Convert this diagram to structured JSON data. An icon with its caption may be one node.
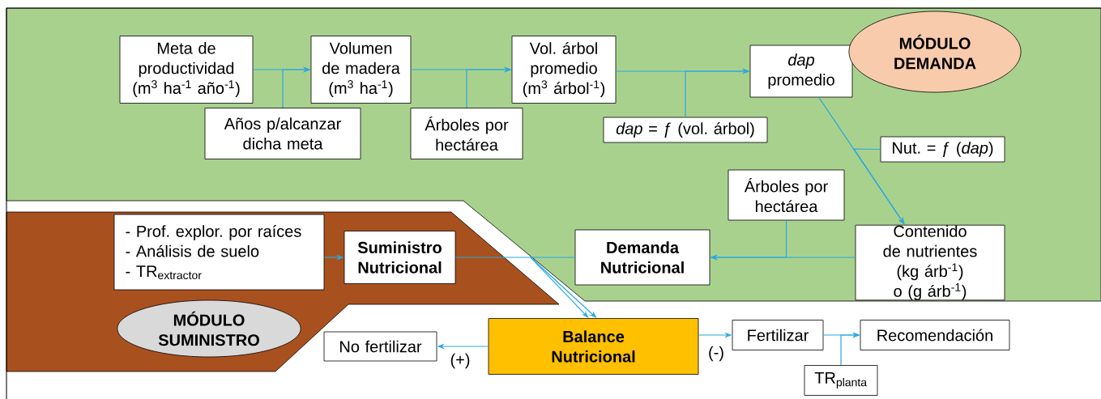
{
  "diagram": {
    "nodes": [
      {
        "text": [
          "Meta de productividad (m$^{3}$ ha$^{-1}$ año$^{-1}$)"
        ]
      },
      {
        "text": [
          "Volumen de madera (m$^{3}$ ha$^{-1}$)"
        ]
      },
      {
        "text": [
          "Vol. árbol promedio (m$^{3}$ árbol$^{-1}$)"
        ]
      },
      {
        "text": [
          "*dap* promedio"
        ]
      },
      {
        "text": [
          "MÓDULO DEMANDA"
        ]
      },
      {
        "text": [
          "Años p/alcanzar dicha meta"
        ]
      },
      {
        "text": [
          "Árboles por hectárea"
        ]
      },
      {
        "text": [
          "*dap* = ƒ (vol. árbol)"
        ]
      },
      {
        "text": [
          "Nut. = ƒ (*dap*)"
        ]
      },
      {
        "text": [
          "Árboles por hectárea"
        ]
      },
      {
        "text": [
          "Contenido de nutrientes (kg árb$^{-1}$) o (g árb$^{-1}$)"
        ]
      },
      {
        "text": [
          "Demanda Nutricional"
        ]
      },
      {
        "text": [
          "- Prof. explor. por raíces",
          "- Análisis de suelo",
          "\\text{- TR}_{\\text{extractor}}"
        ]
      },
      {
        "text": [
          "Suministro Nutricional"
        ]
      },
      {
        "text": [
          "MÓDULO SUMINISTRO"
        ]
      },
      {
        "text": [
          "No fertilizar"
        ]
      },
      {
        "text": [
          "Balance Nutricional"
        ]
      },
      {
        "text": [
          "Fertilizar"
        ]
      },
      {
        "text": [
          "Recomendación"
        ]
      },
      {
        "text": [
          "\\text{TR}_{\\text{planta}}"
        ]
      }
    ],
    "edges": [
      {
        "from": 0,
        "to": 1,
        "arrow": "to"
      },
      {
        "from": 5,
        "to": 1,
        "arrow": "to"
      },
      {
        "from": 1,
        "to": 2,
        "arrow": "to"
      },
      {
        "from": 6,
        "to": 2,
        "arrow": "to"
      },
      {
        "from": 2,
        "to": 3,
        "arrow": "to"
      },
      {
        "from": 7,
        "to": 3,
        "arrow": "to"
      },
      {
        "from": 3,
        "to": 10,
        "arrow": "to"
      },
      {
        "from": 8,
        "to": 10,
        "arrow": "to"
      },
      {
        "from": 10,
        "to": 11,
        "arrow": "to"
      },
      {
        "from": 9,
        "to": 11,
        "arrow": "to"
      },
      {
        "from": 12,
        "to": 13,
        "arrow": "to"
      },
      {
        "from": 13,
        "to": 16,
        "arrow": "to"
      },
      {
        "from": 11,
        "to": 16,
        "arrow": "to"
      },
      {
        "from": 16,
        "to": 15,
        "arrow": "to",
        "label": "(+)"
      },
      {
        "from": 16,
        "to": 17,
        "arrow": "to",
        "label": "(-)"
      },
      {
        "from": 17,
        "to": 18,
        "arrow": "to"
      },
      {
        "from": 19,
        "to": 18,
        "arrow": "to"
      }
    ]
  }
}
